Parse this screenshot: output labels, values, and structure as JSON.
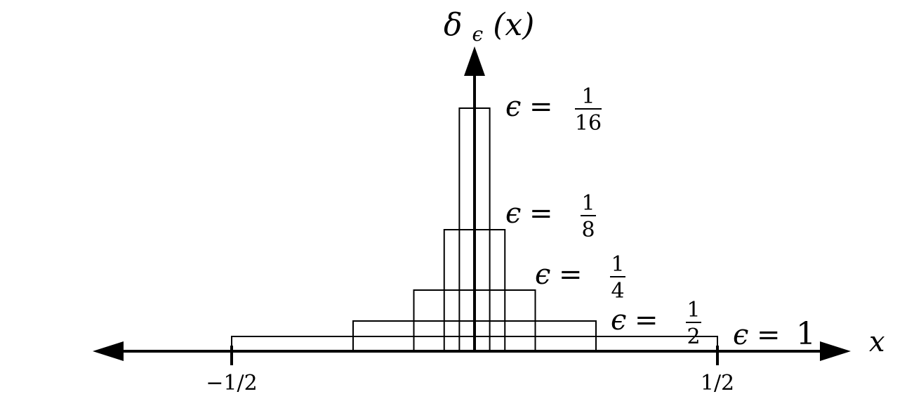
{
  "figure": {
    "y_axis_label": {
      "symbol": "δ",
      "subscript": "ϵ",
      "argument": "(x)"
    },
    "x_axis_label": "x",
    "x_ticks": [
      {
        "value": -0.5,
        "label": "−1/2"
      },
      {
        "value": 0.5,
        "label": "1/2"
      }
    ],
    "epsilon_symbol": "ϵ",
    "equals": "=",
    "colors": {
      "stroke": "#000000",
      "background": "#ffffff"
    }
  },
  "chart_data": {
    "type": "step",
    "description_of_function": "delta_eps(x) = 1/eps for |x| < eps/2, else 0",
    "x_range": [
      -0.5,
      0.5
    ],
    "series": [
      {
        "epsilon": 1,
        "half_width": 0.5,
        "height": 1,
        "label_num": "1",
        "label_den": "",
        "label_plain": "1"
      },
      {
        "epsilon": 0.5,
        "half_width": 0.25,
        "height": 2,
        "label_num": "1",
        "label_den": "2",
        "label_plain": ""
      },
      {
        "epsilon": 0.25,
        "half_width": 0.125,
        "height": 4,
        "label_num": "1",
        "label_den": "4",
        "label_plain": ""
      },
      {
        "epsilon": 0.125,
        "half_width": 0.0625,
        "height": 8,
        "label_num": "1",
        "label_den": "8",
        "label_plain": ""
      },
      {
        "epsilon": 0.0625,
        "half_width": 0.03125,
        "height": 16,
        "label_num": "1",
        "label_den": "16",
        "label_plain": ""
      }
    ]
  }
}
